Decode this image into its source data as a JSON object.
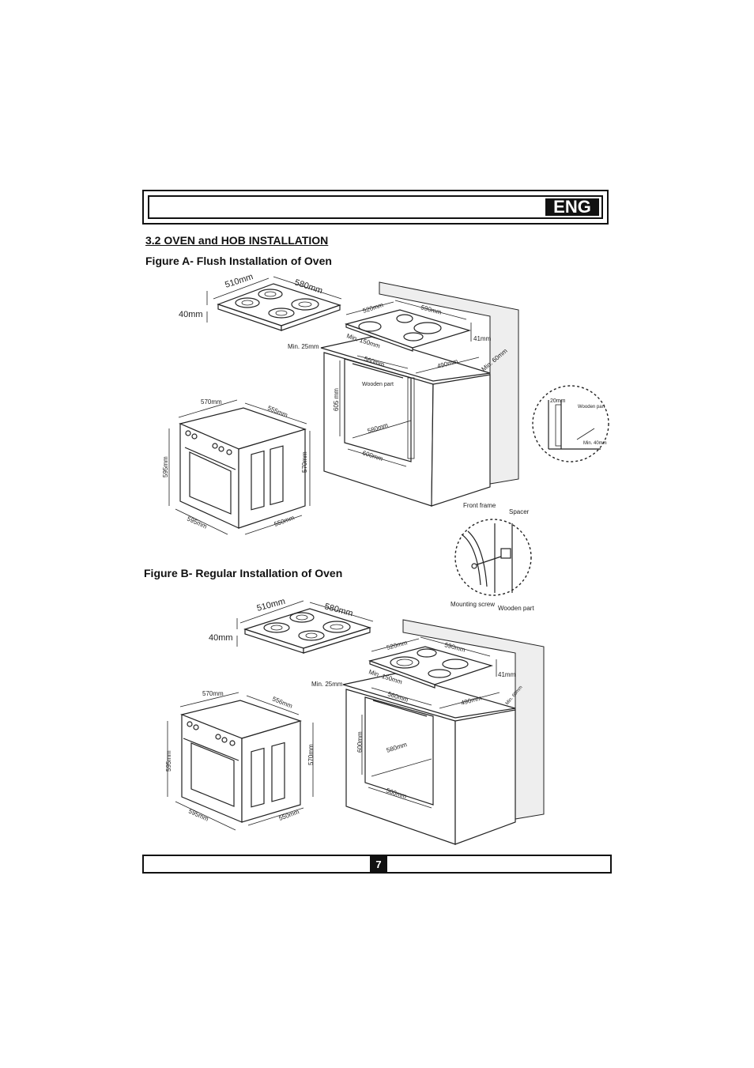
{
  "header": {
    "lang": "ENG"
  },
  "section_title": "3.2 OVEN and HOB INSTALLATION",
  "figure_a": {
    "title": "Figure A- Flush Installation of Oven",
    "hob": {
      "w": "510mm",
      "d": "580mm",
      "h": "40mm"
    },
    "oven": {
      "top_w": "570mm",
      "top_d": "555mm",
      "side_h": "595mm",
      "front_w": "595mm",
      "back_d": "550mm",
      "back_h": "570mm"
    },
    "cabinet": {
      "hob_cut_w": "520mm",
      "hob_cut_d": "590mm",
      "min_150": "Min. 150mm",
      "min_25": "Min. 25mm",
      "h41": "41mm",
      "w560": "560mm",
      "w490": "490mm",
      "min60": "Min. 60mm",
      "h605": "605 mm",
      "w580": "580mm",
      "w600": "600mm",
      "wooden_part": "Wooden part"
    },
    "detail1": {
      "d20": "20mm",
      "wooden_part": "Wooden part",
      "min40": "Min. 40mm"
    },
    "detail2": {
      "front_frame": "Front frame",
      "spacer": "Spacer",
      "mounting_screw": "Mounting screw",
      "wooden_part": "Wooden part"
    }
  },
  "figure_b": {
    "title": "Figure B- Regular Installation of Oven",
    "hob": {
      "w": "510mm",
      "d": "580mm",
      "h": "40mm"
    },
    "oven": {
      "top_w": "570mm",
      "top_d": "556mm",
      "side_h": "595mm",
      "front_w": "595mm",
      "back_d": "550mm",
      "back_h": "570mm"
    },
    "cabinet": {
      "hob_cut_w": "520mm",
      "hob_cut_d": "590mm",
      "min_150": "Min. 150mm",
      "min_25": "Min. 25mm",
      "h41": "41mm",
      "w560": "560mm",
      "w490": "490mm",
      "min60": "Min. 60mm",
      "h600": "600mm",
      "w580": "580mm",
      "w560b": "560mm"
    }
  },
  "footer": {
    "page": "7"
  }
}
